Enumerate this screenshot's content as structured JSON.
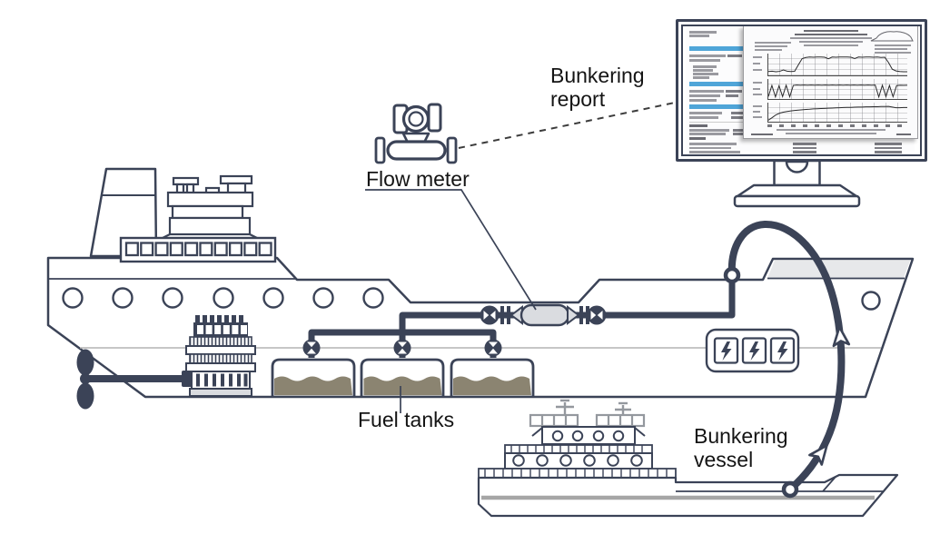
{
  "title": "Ship bunkering with flow meter diagram",
  "labels": {
    "bunkering_report": "Bunkering report",
    "flow_meter": "Flow meter",
    "fuel_tanks": "Fuel tanks",
    "bunkering_vessel": "Bunkering vessel"
  },
  "colors": {
    "ink": "#3b4357",
    "light_gray_fill": "#e7e8ea",
    "meter_fill": "#dadce0",
    "tank_fill": "#8b8471",
    "accent_blue": "#4fa5d8",
    "vessel_gray": "#94989e",
    "hull_stripe_gray": "#a6a6a6"
  },
  "icons": [
    "flow-meter-icon",
    "butterfly-valve-icon",
    "gate-valve-icon",
    "lightning-bolt-icon",
    "propeller-icon",
    "hose-arrow-icon",
    "monitor-icon"
  ],
  "diagram": {
    "fuel_tank_count": 3,
    "tank_valve_count": 3,
    "inline_valve_count": 2,
    "electric_panel_bolt_count": 3,
    "receiving_ship_porthole_count": 8,
    "bridge_window_count": 10
  },
  "monitor": {
    "report_section_bars": 3,
    "chart_data": [
      {
        "name": "mass-flow-rate",
        "type": "line",
        "values": [
          14,
          16,
          13,
          15,
          22,
          16,
          14,
          15,
          48,
          80,
          86,
          88,
          87,
          88,
          88,
          87,
          79,
          88,
          87,
          88,
          88,
          88,
          87,
          80,
          88,
          87,
          88,
          88,
          87,
          88,
          86,
          87,
          60,
          26,
          17,
          14,
          13,
          13
        ]
      },
      {
        "name": "density",
        "type": "line",
        "values": [
          8,
          70,
          6,
          68,
          8,
          71,
          7,
          70,
          72,
          71,
          72,
          71,
          72,
          71,
          72,
          71,
          72,
          71,
          72,
          71,
          72,
          71,
          72,
          71,
          72,
          71,
          72,
          71,
          72,
          71,
          72,
          6,
          71,
          8,
          70,
          7,
          69,
          71,
          70,
          71
        ]
      },
      {
        "name": "cumulative-mass",
        "type": "line",
        "values": [
          3,
          18,
          34,
          44,
          50,
          54,
          57,
          60,
          62,
          64,
          66,
          67,
          69,
          70,
          71,
          72,
          73,
          74,
          75,
          76,
          77,
          78,
          78,
          79,
          80,
          80,
          81,
          81,
          82,
          82,
          83,
          83,
          84,
          80,
          76,
          76,
          77,
          77
        ]
      }
    ]
  }
}
